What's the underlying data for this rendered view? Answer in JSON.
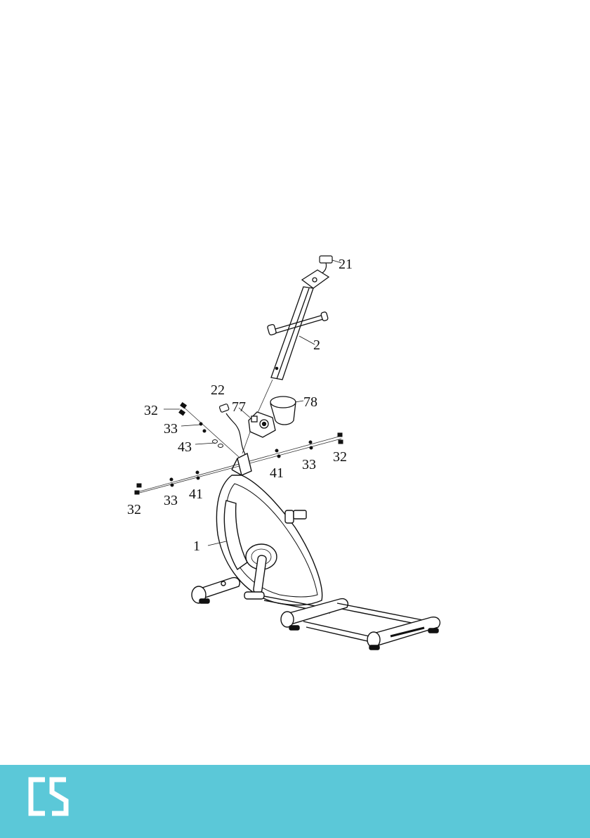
{
  "diagram": {
    "callouts": [
      {
        "id": "c21",
        "label": "21"
      },
      {
        "id": "c2",
        "label": "2"
      },
      {
        "id": "c22",
        "label": "22"
      },
      {
        "id": "c78",
        "label": "78"
      },
      {
        "id": "c77",
        "label": "77"
      },
      {
        "id": "c32a",
        "label": "32"
      },
      {
        "id": "c33a",
        "label": "33"
      },
      {
        "id": "c43",
        "label": "43"
      },
      {
        "id": "c41a",
        "label": "41"
      },
      {
        "id": "c33b",
        "label": "33"
      },
      {
        "id": "c32b",
        "label": "32"
      },
      {
        "id": "c32c",
        "label": "32"
      },
      {
        "id": "c33c",
        "label": "33"
      },
      {
        "id": "c41b",
        "label": "41"
      },
      {
        "id": "c1",
        "label": "1"
      }
    ]
  },
  "footer": {
    "background_color": "#5bc8d8",
    "logo_text": "CS",
    "logo_color": "#ffffff"
  }
}
